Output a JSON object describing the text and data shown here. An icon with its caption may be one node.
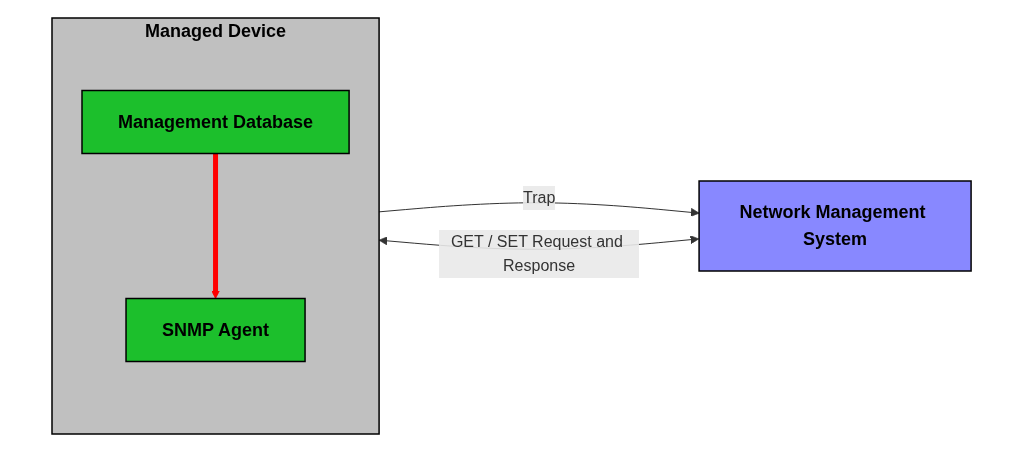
{
  "diagram": {
    "nodes": [
      {
        "text": [
          "Network Management System"
        ]
      },
      {
        "text": [
          "Managed Device"
        ]
      },
      {
        "text": [
          "SNMP Agent"
        ],
        "in": 1
      },
      {
        "text": [
          "Management Database"
        ],
        "in": 1
      }
    ],
    "edges": [
      {
        "from": 0,
        "to": 1,
        "arrow": "both",
        "label": "GET / SET Request and Response"
      },
      {
        "from": 1,
        "to": 0,
        "arrow": "to",
        "label": "Trap"
      },
      {
        "from": 3,
        "to": 2,
        "arrow": "to",
        "style": "thick",
        "color": "#ff0000"
      }
    ]
  }
}
